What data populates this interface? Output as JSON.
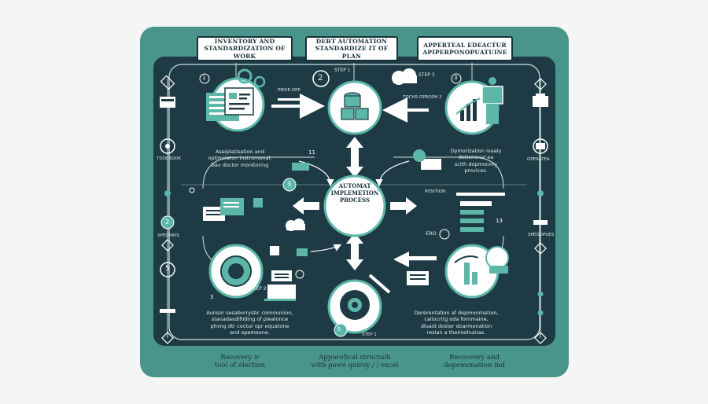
{
  "titles": [
    "INVENTORY AND",
    "STANDARDIZATION OF WORK",
    "DEBT AUTOMATION",
    "STANDARDIZE IT OF PLAN",
    "APPERTEAL EDEACTUR",
    "APIPERPONOPUATUINE"
  ],
  "center": [
    "AUTOMAT",
    "IMPLEMETION",
    "PROCESS"
  ],
  "numbers": [
    "1",
    "2",
    "3",
    "11",
    "3",
    "2",
    "5",
    "13",
    "3",
    "5"
  ],
  "step_labels": [
    "STEP 1",
    "STEP 2",
    "STEP 3",
    "TOCHS OPROSH 2",
    "PRIVE OPP",
    "STEP 1",
    "ERO"
  ],
  "side_labels_left": [
    "TOOLBOOK",
    "SPEOPAYS"
  ],
  "side_labels_right": [
    "OPERATEA",
    "SPEOOPUES",
    "POSITION"
  ],
  "captions": {
    "top_left": [
      "Aseiplatisation and",
      "optimiraton instrumenal,",
      "bav doctor monitoring"
    ],
    "top_right": [
      "Dymorization ivaaly",
      "dotionenal ea",
      "scith dopmonmy",
      "provices."
    ],
    "bottom_left": [
      "Aunsor sesaborrystic communion,",
      "stanadasdifiiding of plealonce",
      "phvng dtr coctur opr equatone",
      "and opemoone."
    ],
    "bottom_right": [
      "Dererentation af dopmonmation,",
      "caliocritg oda fornmaine,",
      "dluaid doster doarmonation",
      "resian a theiroohuinas."
    ]
  },
  "bottom": {
    "left": [
      "Recovery ir",
      "tool of election"
    ],
    "middle": [
      "Apporofical structuih",
      "with powe quiroy / / excel"
    ],
    "right": [
      "Recoovery and",
      "depemonation ind"
    ]
  },
  "colors": {
    "frame": "#4a958b",
    "board": "#1e3b45",
    "accent": "#5cb7a8",
    "circle": "#ffffff"
  }
}
